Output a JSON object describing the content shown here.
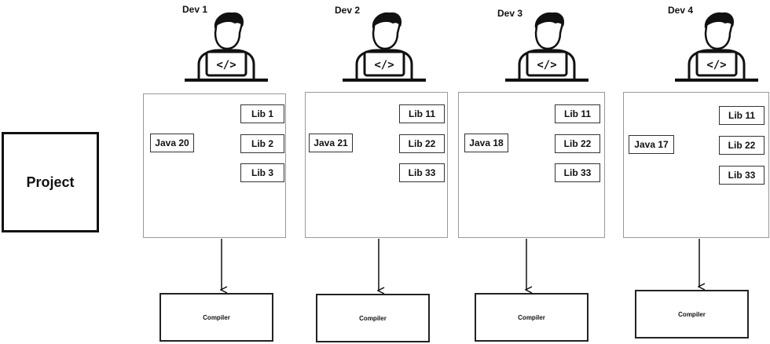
{
  "project": {
    "label": "Project"
  },
  "devs": [
    {
      "name": "Dev 1",
      "java": "Java 20",
      "libs": [
        "Lib 1",
        "Lib 2",
        "Lib 3"
      ],
      "compiler": "Compiler"
    },
    {
      "name": "Dev 2",
      "java": "Java 21",
      "libs": [
        "Lib 11",
        "Lib 22",
        "Lib 33"
      ],
      "compiler": "Compiler"
    },
    {
      "name": "Dev 3",
      "java": "Java 18",
      "libs": [
        "Lib 11",
        "Lib 22",
        "Lib 33"
      ],
      "compiler": "Compiler"
    },
    {
      "name": "Dev 4",
      "java": "Java 17",
      "libs": [
        "Lib 11",
        "Lib 22",
        "Lib 33"
      ],
      "compiler": "Compiler"
    }
  ],
  "icons": {
    "developer": "developer-at-laptop-icon",
    "code": "code-brackets-icon"
  }
}
